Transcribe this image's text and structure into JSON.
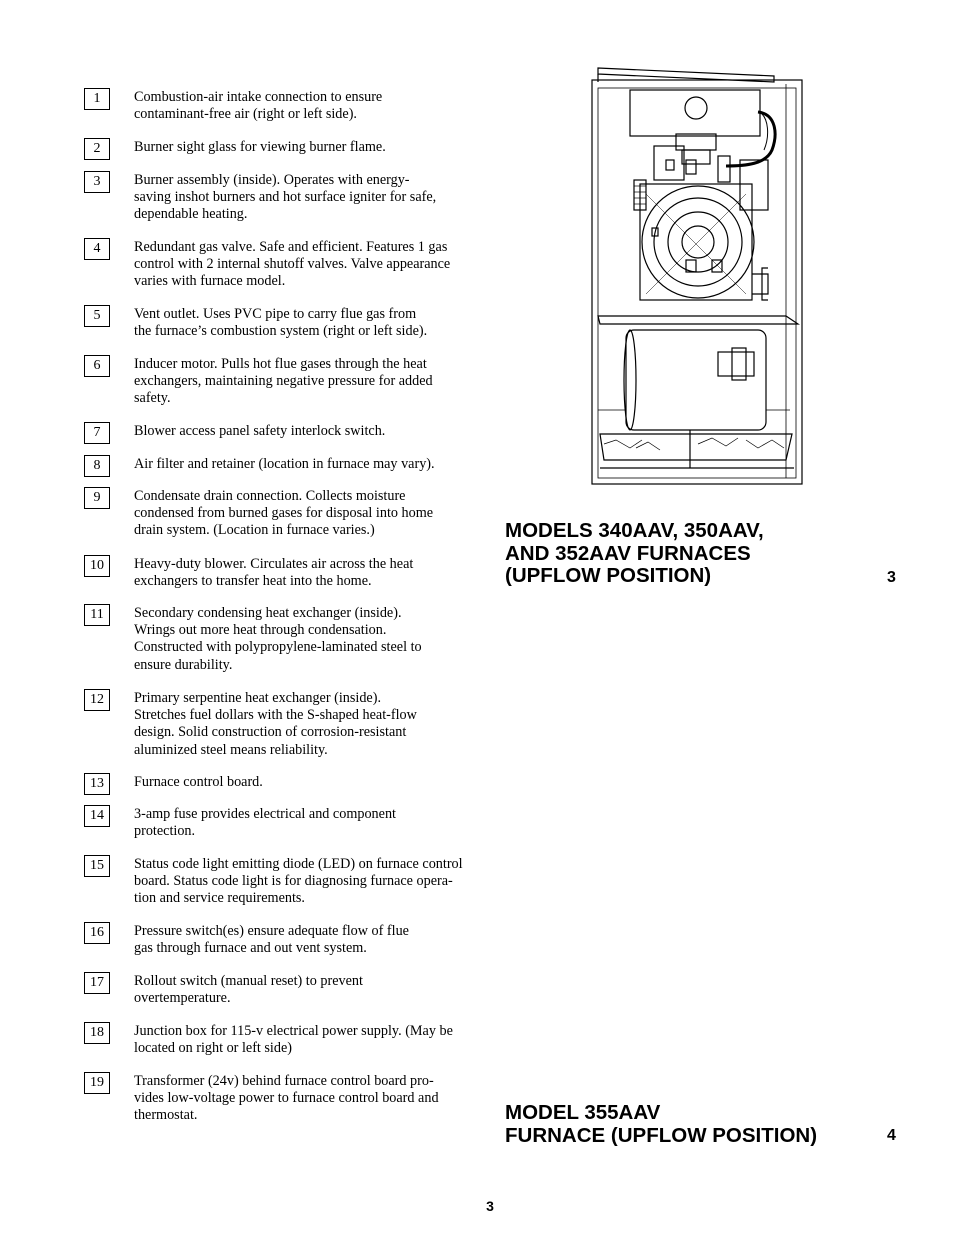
{
  "items": [
    {
      "num": "1",
      "text": "Combustion-air intake connection to ensure\ncontaminant-free air (right or left side)."
    },
    {
      "num": "2",
      "text": "Burner sight glass for viewing burner flame."
    },
    {
      "num": "3",
      "text": "Burner assembly (inside). Operates with energy-\nsaving inshot burners and hot surface igniter for safe,\ndependable heating."
    },
    {
      "num": "4",
      "text": "Redundant gas valve. Safe and efficient. Features 1 gas\ncontrol with 2 internal shutoff valves. Valve appearance\nvaries with furnace model."
    },
    {
      "num": "5",
      "text": "Vent outlet. Uses PVC pipe to carry flue gas from\nthe furnace’s combustion system (right or left side)."
    },
    {
      "num": "6",
      "text": "Inducer motor. Pulls hot flue gases through the heat\nexchangers, maintaining negative pressure for added\nsafety."
    },
    {
      "num": "7",
      "text": "Blower access panel safety interlock switch."
    },
    {
      "num": "8",
      "text": "Air filter and retainer (location in furnace may vary)."
    },
    {
      "num": "9",
      "text": "Condensate drain connection. Collects moisture\ncondensed from burned gases for disposal into home\ndrain system. (Location in furnace varies.)"
    },
    {
      "num": "10",
      "text": "Heavy-duty blower. Circulates air across the heat\nexchangers to transfer heat into the home."
    },
    {
      "num": "11",
      "text": "Secondary condensing heat exchanger (inside).\nWrings out more heat through condensation.\nConstructed with polypropylene-laminated steel to\nensure durability."
    },
    {
      "num": "12",
      "text": "Primary serpentine heat exchanger (inside).\nStretches fuel dollars with the S-shaped heat-flow\ndesign. Solid construction of corrosion-resistant\naluminized steel means reliability."
    },
    {
      "num": "13",
      "text": "Furnace control board."
    },
    {
      "num": "14",
      "text": "3-amp fuse provides electrical and component\nprotection."
    },
    {
      "num": "15",
      "text": "Status code light emitting diode (LED) on furnace control\nboard. Status code light is for diagnosing furnace opera-\ntion and service requirements."
    },
    {
      "num": "16",
      "text": "Pressure switch(es) ensure adequate flow of flue\ngas through furnace and out vent system."
    },
    {
      "num": "17",
      "text": "Rollout switch (manual reset) to prevent\novertemperature."
    },
    {
      "num": "18",
      "text": "Junction box for 115-v electrical power supply. (May be\nlocated on right or left side)"
    },
    {
      "num": "19",
      "text": "Transformer (24v) behind furnace control board  pro-\nvides low-voltage power to furnace control board and\nthermostat."
    }
  ],
  "captions": {
    "fig3_title": "MODELS 340AAV, 350AAV,\nAND 352AAV FURNACES\n(UPFLOW POSITION)",
    "fig3_number": "3",
    "fig4_title": "MODEL 355AAV\nFURNACE (UPFLOW POSITION)",
    "fig4_number": "4"
  },
  "page_number": "3"
}
